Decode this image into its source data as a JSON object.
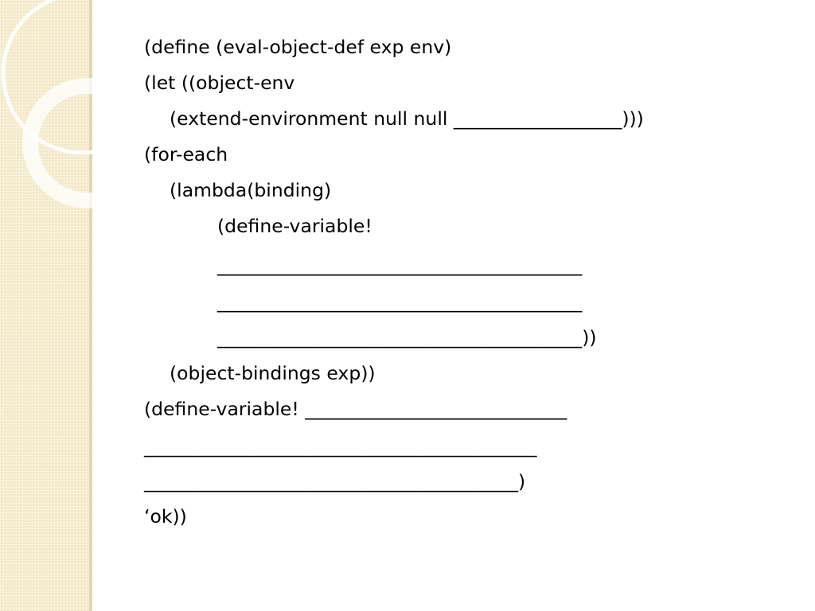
{
  "code_lines": [
    "(define (eval-object-def exp env)",
    "(let ((object-env",
    "(extend-environment null null __________________)))",
    "(for-each",
    "(lambda(binding)",
    "(define-variable!",
    "_______________________________________",
    "_______________________________________",
    "_______________________________________))",
    "(object-bindings exp))",
    "(define-variable! ____________________________",
    "__________________________________________",
    "________________________________________)",
    "‘ok))"
  ]
}
